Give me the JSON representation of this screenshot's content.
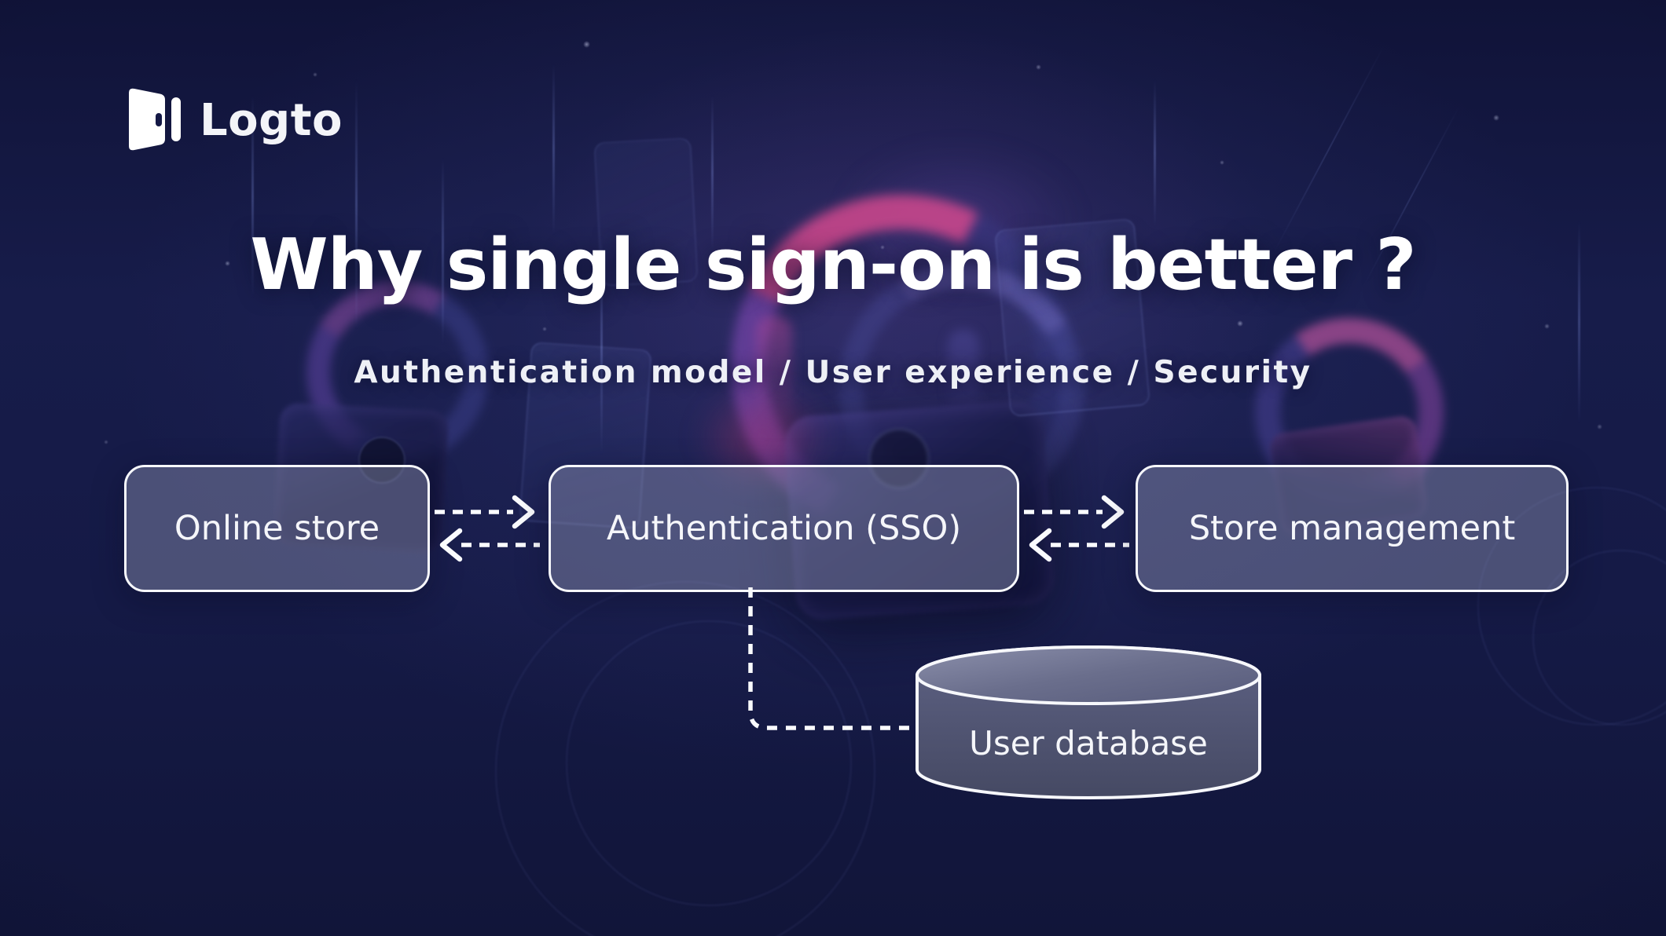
{
  "brand": {
    "name": "Logto"
  },
  "heading": {
    "title": "Why single sign-on is better ?",
    "subtitle": "Authentication model / User experience / Security"
  },
  "diagram": {
    "nodes": {
      "online_store": {
        "label": "Online store"
      },
      "authentication": {
        "label": "Authentication (SSO)"
      },
      "store_management": {
        "label": "Store management"
      },
      "user_database": {
        "label": "User database"
      }
    },
    "connections": [
      {
        "from": "Online store",
        "to": "Authentication (SSO)",
        "style": "bidirectional-dashed-arrows"
      },
      {
        "from": "Authentication (SSO)",
        "to": "Store management",
        "style": "bidirectional-dashed-arrows"
      },
      {
        "from": "Authentication (SSO)",
        "to": "User database",
        "style": "dashed-elbow"
      }
    ]
  },
  "colors": {
    "background": "#151A46",
    "node_fill": "rgba(151,156,186,0.42)",
    "node_border": "#F7F8FC",
    "text": "#FFFFFF",
    "accent_magenta": "#C8468C",
    "accent_purple": "#7B5CC4"
  }
}
